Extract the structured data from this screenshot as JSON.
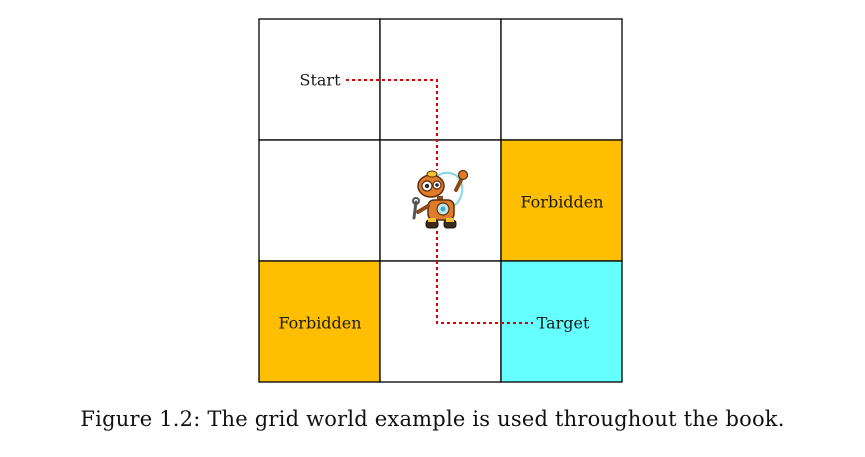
{
  "grid": {
    "rows": 3,
    "cols": 3,
    "cells": [
      {
        "row": 0,
        "col": 0,
        "type": "empty",
        "label": ""
      },
      {
        "row": 0,
        "col": 1,
        "type": "empty",
        "label": ""
      },
      {
        "row": 0,
        "col": 2,
        "type": "empty",
        "label": ""
      },
      {
        "row": 1,
        "col": 0,
        "type": "empty",
        "label": ""
      },
      {
        "row": 1,
        "col": 1,
        "type": "robot",
        "label": ""
      },
      {
        "row": 1,
        "col": 2,
        "type": "forbidden",
        "label": "Forbidden"
      },
      {
        "row": 2,
        "col": 0,
        "type": "forbidden",
        "label": "Forbidden"
      },
      {
        "row": 2,
        "col": 1,
        "type": "empty",
        "label": ""
      },
      {
        "row": 2,
        "col": 2,
        "type": "target",
        "label": "Target"
      }
    ]
  },
  "labels": {
    "start": "Start",
    "target": "Target"
  },
  "colors": {
    "forbidden": "#FFBF00",
    "target": "#66FFFF",
    "empty": "#FFFFFF",
    "grid_line": "#000000",
    "path": "#DD0000"
  },
  "caption": "Figure 1.2: The grid world example is used throughout the book."
}
